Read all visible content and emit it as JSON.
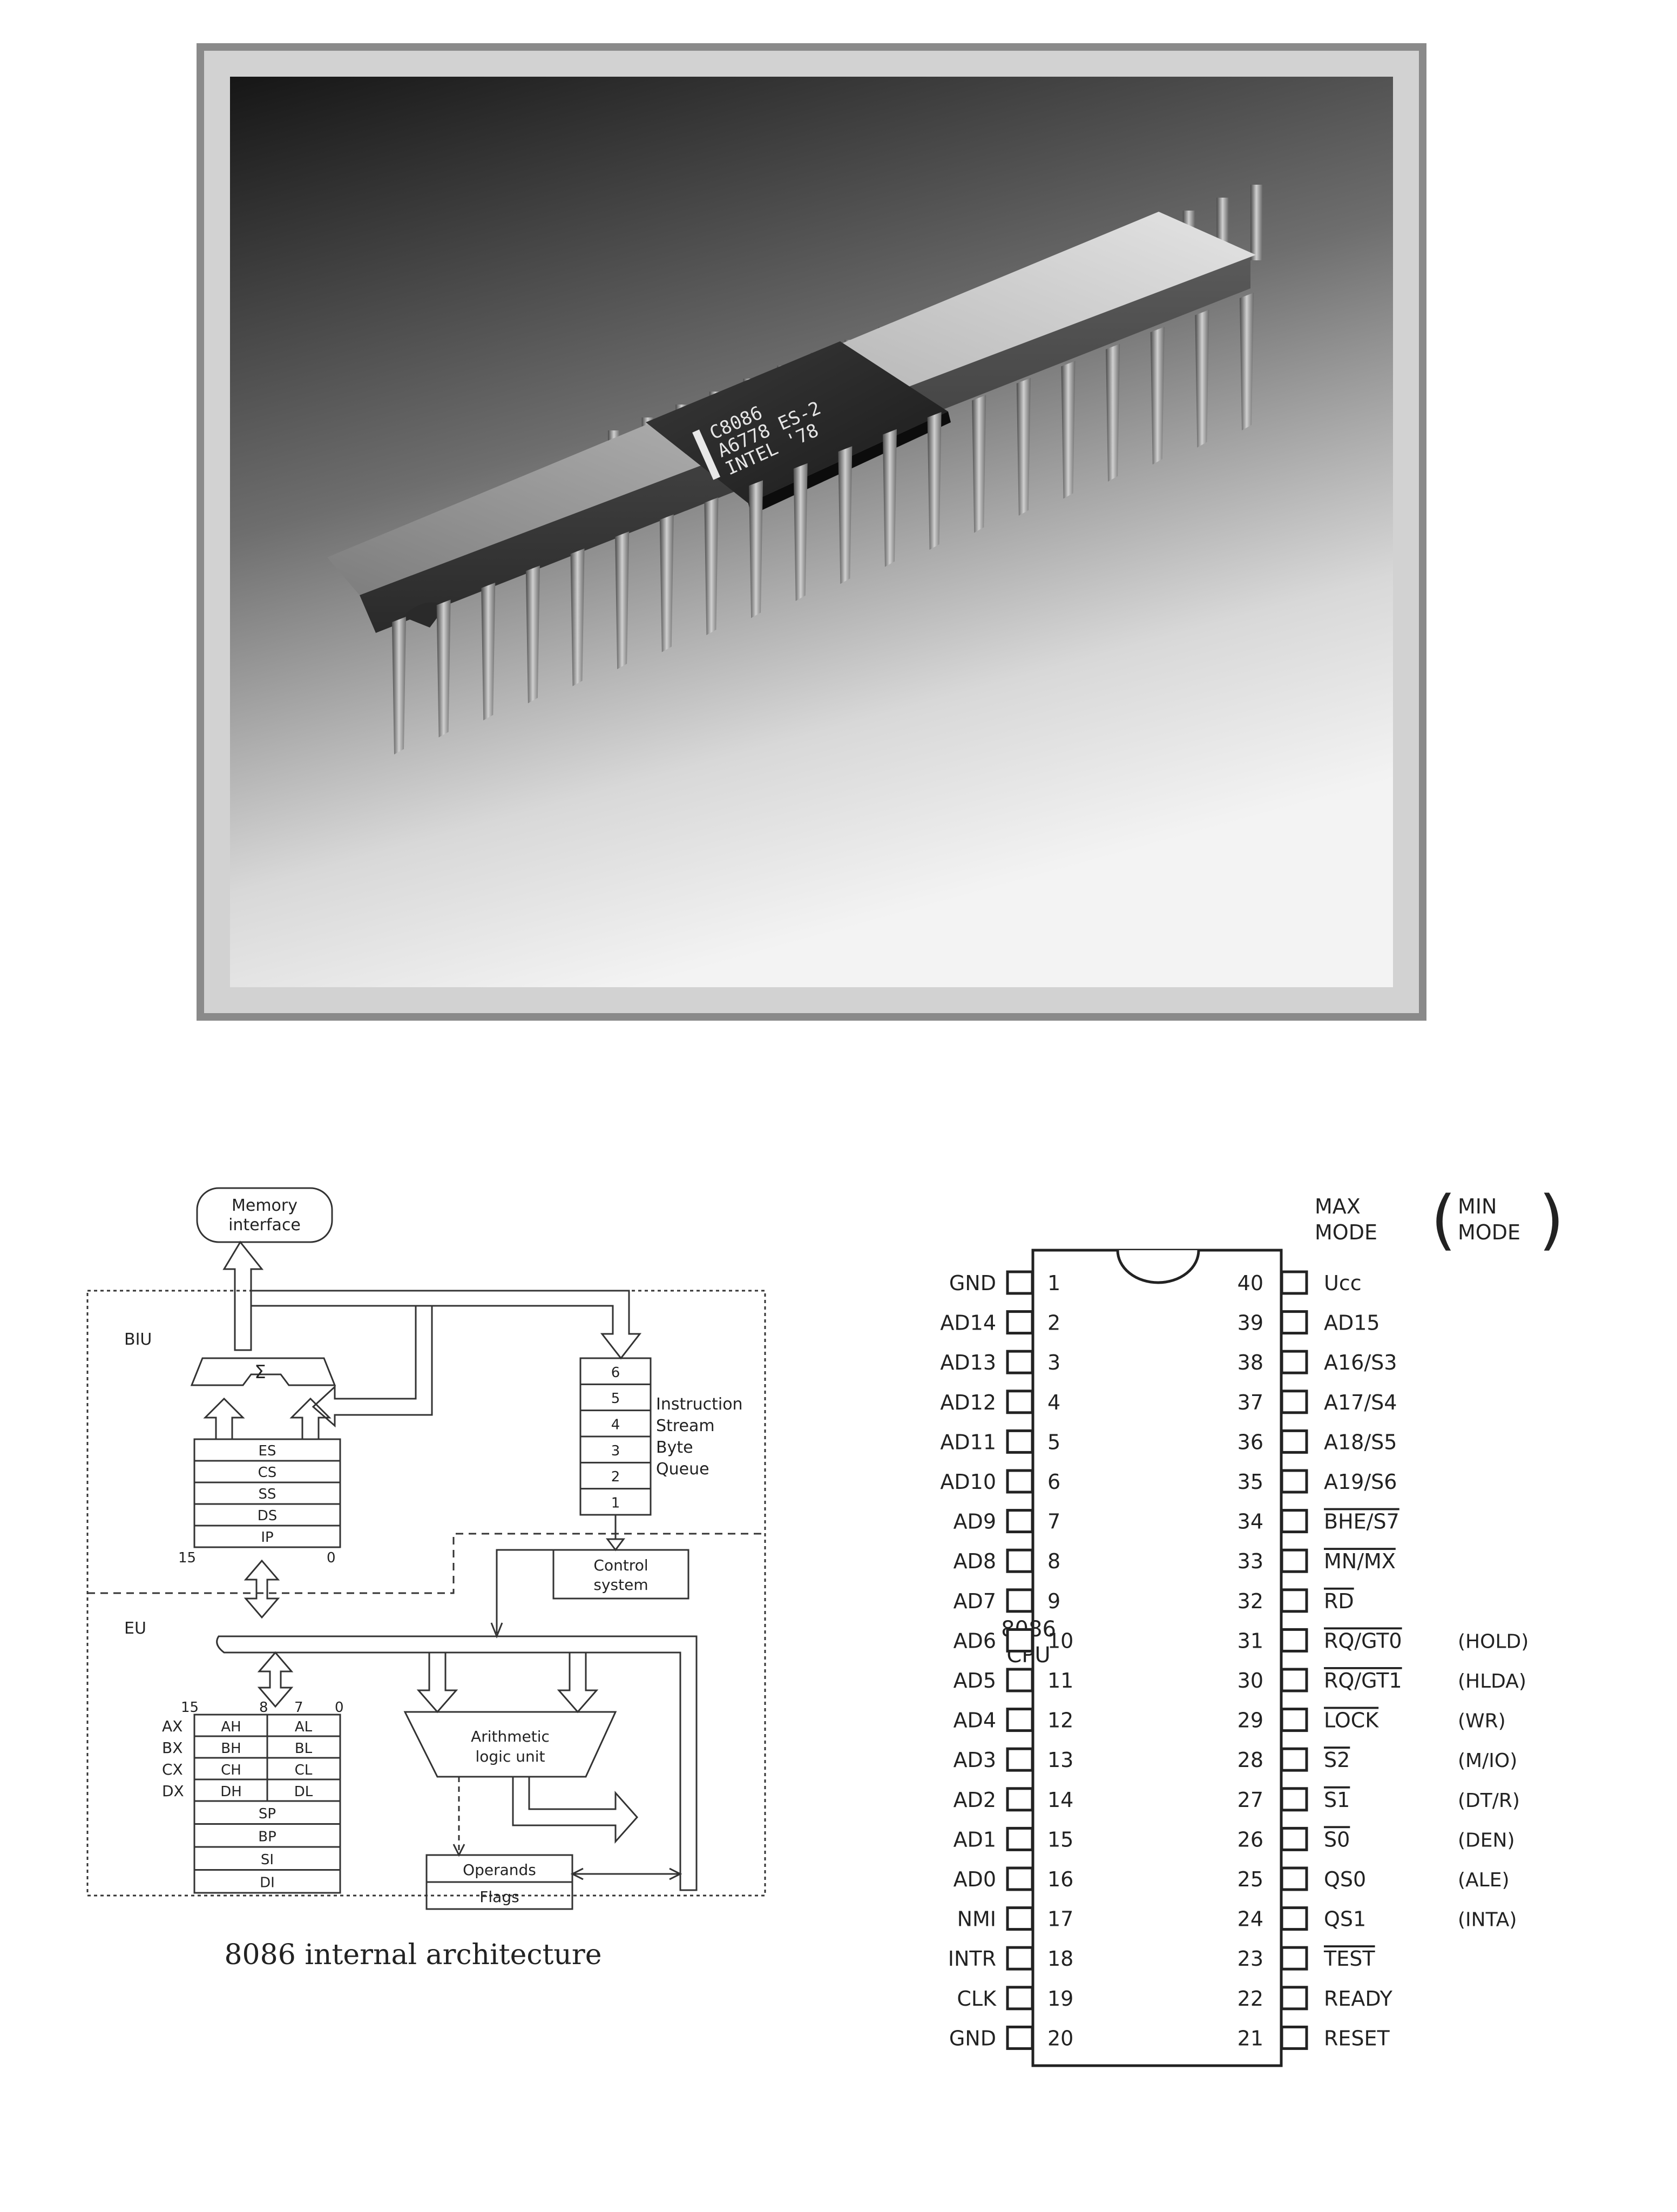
{
  "photo": {
    "chip_marking": [
      "C8086",
      "A6778 ES-2",
      "INTEL '78"
    ]
  },
  "architecture": {
    "caption": "8086 internal architecture",
    "memory_interface": [
      "Memory",
      "interface"
    ],
    "biu_label": "BIU",
    "eu_label": "EU",
    "sigma": "Σ",
    "segment_registers": [
      "ES",
      "CS",
      "SS",
      "DS",
      "IP"
    ],
    "segment_bits": [
      "15",
      "0"
    ],
    "queue_slots": [
      "6",
      "5",
      "4",
      "3",
      "2",
      "1"
    ],
    "queue_label": [
      "Instruction",
      "Stream",
      "Byte",
      "Queue"
    ],
    "control_system": [
      "Control",
      "system"
    ],
    "gp_bits": [
      "15",
      "8",
      "7",
      "0"
    ],
    "gp_rows": [
      {
        "name": "AX",
        "high": "AH",
        "low": "AL"
      },
      {
        "name": "BX",
        "high": "BH",
        "low": "BL"
      },
      {
        "name": "CX",
        "high": "CH",
        "low": "CL"
      },
      {
        "name": "DX",
        "high": "DH",
        "low": "DL"
      }
    ],
    "pointer_registers": [
      "SP",
      "BP",
      "SI",
      "DI"
    ],
    "alu_label": [
      "Arithmetic",
      "logic unit"
    ],
    "operands": "Operands",
    "flags": "Flags"
  },
  "pinout": {
    "chip_label": [
      "8086",
      "CPU"
    ],
    "max_mode": [
      "MAX",
      "MODE"
    ],
    "min_mode": [
      "MIN",
      "MODE"
    ],
    "left_pins": [
      {
        "num": "1",
        "name": "GND"
      },
      {
        "num": "2",
        "name": "AD14"
      },
      {
        "num": "3",
        "name": "AD13"
      },
      {
        "num": "4",
        "name": "AD12"
      },
      {
        "num": "5",
        "name": "AD11"
      },
      {
        "num": "6",
        "name": "AD10"
      },
      {
        "num": "7",
        "name": "AD9"
      },
      {
        "num": "8",
        "name": "AD8"
      },
      {
        "num": "9",
        "name": "AD7"
      },
      {
        "num": "10",
        "name": "AD6"
      },
      {
        "num": "11",
        "name": "AD5"
      },
      {
        "num": "12",
        "name": "AD4"
      },
      {
        "num": "13",
        "name": "AD3"
      },
      {
        "num": "14",
        "name": "AD2"
      },
      {
        "num": "15",
        "name": "AD1"
      },
      {
        "num": "16",
        "name": "AD0"
      },
      {
        "num": "17",
        "name": "NMI"
      },
      {
        "num": "18",
        "name": "INTR"
      },
      {
        "num": "19",
        "name": "CLK"
      },
      {
        "num": "20",
        "name": "GND"
      }
    ],
    "right_pins": [
      {
        "num": "40",
        "max": "Ucc",
        "overline": false
      },
      {
        "num": "39",
        "max": "AD15",
        "overline": false
      },
      {
        "num": "38",
        "max": "A16/S3",
        "overline": false
      },
      {
        "num": "37",
        "max": "A17/S4",
        "overline": false
      },
      {
        "num": "36",
        "max": "A18/S5",
        "overline": false
      },
      {
        "num": "35",
        "max": "A19/S6",
        "overline": false
      },
      {
        "num": "34",
        "max": "BHE/S7",
        "overline": true
      },
      {
        "num": "33",
        "max": "MN/MX",
        "overline": true
      },
      {
        "num": "32",
        "max": "RD",
        "overline": true
      },
      {
        "num": "31",
        "max": "RQ/GT0",
        "overline": true,
        "min": "(HOLD)"
      },
      {
        "num": "30",
        "max": "RQ/GT1",
        "overline": true,
        "min": "(HLDA)"
      },
      {
        "num": "29",
        "max": "LOCK",
        "overline": true,
        "min": "(WR)"
      },
      {
        "num": "28",
        "max": "S2",
        "overline": true,
        "min": "(M/IO)"
      },
      {
        "num": "27",
        "max": "S1",
        "overline": true,
        "min": "(DT/R)"
      },
      {
        "num": "26",
        "max": "S0",
        "overline": true,
        "min": "(DEN)"
      },
      {
        "num": "25",
        "max": "QS0",
        "overline": false,
        "min": "(ALE)"
      },
      {
        "num": "24",
        "max": "QS1",
        "overline": false,
        "min": "(INTA)"
      },
      {
        "num": "23",
        "max": "TEST",
        "overline": true
      },
      {
        "num": "22",
        "max": "READY",
        "overline": false
      },
      {
        "num": "21",
        "max": "RESET",
        "overline": false
      }
    ]
  }
}
